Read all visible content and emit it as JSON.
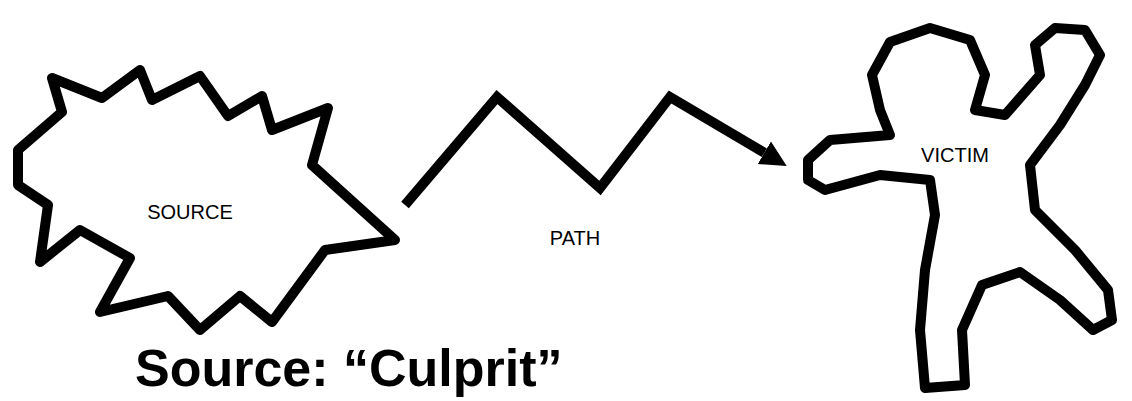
{
  "diagram": {
    "caption": "Source: “Culprit”",
    "nodes": [
      {
        "text": [
          "SOURCE"
        ]
      },
      {
        "text": [
          "VICTIM"
        ]
      }
    ],
    "edges": [
      {
        "from": 0,
        "to": 1,
        "label": "PATH",
        "arrow": "to"
      }
    ]
  }
}
